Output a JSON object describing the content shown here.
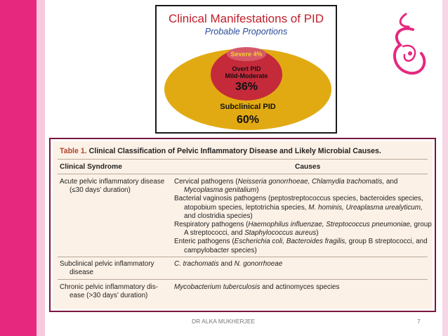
{
  "colors": {
    "accent": "#e6287f",
    "title_red": "#c0202a",
    "subtitle_blue": "#2a4a9a",
    "outer_ellipse": "#e2aa12",
    "inner_circle": "#c42a3a",
    "table_bg": "#fcf1e6"
  },
  "figure": {
    "title": "Clinical Manifestations of PID",
    "subtitle": "Probable Proportions",
    "severe_label": "Severe 4%",
    "overt_label_1": "Overt PID",
    "overt_label_2": "Mild-Moderate",
    "overt_value": "36%",
    "subclinical_label": "Subclinical PID",
    "subclinical_value": "60%"
  },
  "table": {
    "label": "Table 1.",
    "title": "Clinical Classification of Pelvic Inflammatory Disease and Likely Microbial Causes.",
    "col_syndrome": "Clinical Syndrome",
    "col_causes": "Causes",
    "rows": [
      {
        "syndrome": [
          "Acute pelvic inflammatory disease",
          "(≤30 days’ duration)"
        ]
      },
      {
        "syndrome": [
          "Subclinical pelvic inflammatory",
          "disease"
        ]
      },
      {
        "syndrome": [
          "Chronic pelvic inflammatory dis-",
          "ease (>30 days’ duration)"
        ]
      }
    ],
    "causes": {
      "c1a": "Cervical pathogens (",
      "c1b": "Neisseria gonorrhoeae, Chlamydia trachomatis,",
      "c1c": " and",
      "c1d": "Mycoplasma genitalium",
      "c1e": ")",
      "c2a": "Bacterial vaginosis pathogens (peptostreptococcus species, bacteroides species,",
      "c2b": "atopobium species, leptotrichia species, ",
      "c2c": "M. hominis, Ureaplasma urealyticum,",
      "c2d": "and clostridia species)",
      "c3a": "Respiratory pathogens (",
      "c3b": "Haemophilus influenzae, Streptococcus pneumoniae,",
      "c3c": " group",
      "c3d": "A streptococci, and ",
      "c3e": "Staphylococcus aureus",
      "c3f": ")",
      "c4a": "Enteric pathogens (",
      "c4b": "Escherichia coli, Bacteroides fragilis,",
      "c4c": " group B streptococci, and",
      "c4d": "campylobacter species)",
      "c5a": "C. trachomatis",
      "c5b": " and ",
      "c5c": "N. gonorrhoeae",
      "c6a": "Mycobacterium tuberculosis",
      "c6b": " and actinomyces species"
    }
  },
  "footer": {
    "author": "DR ALKA MUKHERJEE",
    "page": "7"
  }
}
